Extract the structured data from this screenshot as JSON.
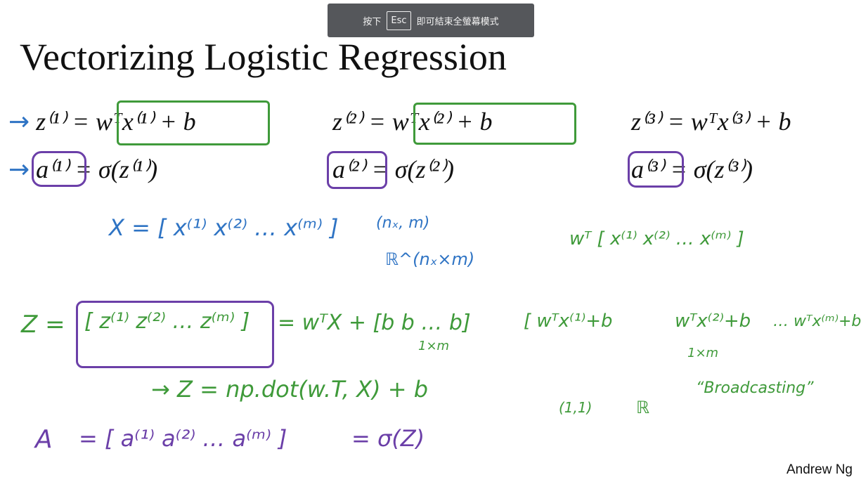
{
  "fullscreen_notice": {
    "prefix": "按下",
    "key": "Esc",
    "suffix": "即可結束全螢幕模式"
  },
  "slide": {
    "title": "Vectorizing Logistic Regression",
    "equations": [
      {
        "z": "z⁽¹⁾ = ",
        "z_rhs": "wᵀx⁽¹⁾ + b",
        "a": "a⁽¹⁾",
        "a_rhs": " = σ(z⁽¹⁾)"
      },
      {
        "z": "z⁽²⁾ = ",
        "z_rhs": "wᵀx⁽²⁾ + b",
        "a": "a⁽²⁾",
        "a_rhs": " = σ(z⁽²⁾)"
      },
      {
        "z": "z⁽³⁾ = ",
        "z_rhs": "wᵀx⁽³⁾ + b",
        "a": "a⁽³⁾",
        "a_rhs": " = σ(z⁽³⁾)"
      }
    ],
    "notes": {
      "x_def": "X = [ x⁽¹⁾ x⁽²⁾ … x⁽ᵐ⁾ ]",
      "x_shape": "(nₓ, m)",
      "x_space": "ℝ^(nₓ×m)",
      "wt_matrix": "wᵀ [ x⁽¹⁾ x⁽²⁾ … x⁽ᵐ⁾ ]",
      "z_lhs": "Z = ",
      "z_vec": "[ z⁽¹⁾ z⁽²⁾ … z⁽ᵐ⁾ ]",
      "z_mid": "= wᵀX + [b b … b]",
      "one_by_m": "1×m",
      "z_rhs_1": "[ wᵀx⁽¹⁾+b",
      "z_rhs_2": "wᵀx⁽²⁾+b",
      "z_rhs_3": "… wᵀx⁽ᵐ⁾+b ]",
      "one_by_m_2": "1×m",
      "numpy": "→ Z = np.dot(w.T, X) + b",
      "b_shape": "(1,1)",
      "b_space": "ℝ",
      "broadcasting": "“Broadcasting”",
      "a_lhs": "A",
      "a_vec": "= [ a⁽¹⁾ a⁽²⁾ … a⁽ᵐ⁾ ]",
      "a_rhs": "= σ(Z)"
    },
    "author": "Andrew Ng"
  }
}
